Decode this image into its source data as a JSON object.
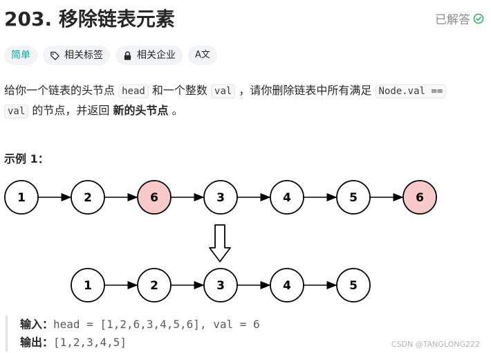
{
  "problem": {
    "title": "203. 移除链表元素",
    "solved_label": "已解答"
  },
  "tags": {
    "difficulty": "简单",
    "topics": "相关标签",
    "companies": "相关企业",
    "translate_glyph": "A文"
  },
  "description": {
    "p1": "给你一个链表的头节点",
    "c1": "head",
    "p2": "和一个整数",
    "c2": "val",
    "p3": "，请你删除链表中所有满足",
    "c3": "Node.val ==",
    "c4": "val",
    "p4": "的节点，并返回",
    "strong": "新的头节点",
    "p5": "。"
  },
  "example": {
    "label": "示例 1：",
    "input_key": "输入：",
    "input_value": "head = [1,2,6,3,4,5,6], val = 6",
    "output_key": "输出：",
    "output_value": "[1,2,3,4,5]"
  },
  "diagram": {
    "top_row": [
      {
        "label": "1",
        "removed": false
      },
      {
        "label": "2",
        "removed": false
      },
      {
        "label": "6",
        "removed": true
      },
      {
        "label": "3",
        "removed": false
      },
      {
        "label": "4",
        "removed": false
      },
      {
        "label": "5",
        "removed": false
      },
      {
        "label": "6",
        "removed": true
      }
    ],
    "bottom_row": [
      {
        "label": "1"
      },
      {
        "label": "2"
      },
      {
        "label": "3"
      },
      {
        "label": "4"
      },
      {
        "label": "5"
      }
    ],
    "removed_fill": "#f8c9c9",
    "normal_fill": "#ffffff"
  },
  "watermark": "CSDN @TANGLONG222",
  "colors": {
    "easy": "#00af9b",
    "solved": "#2db55d"
  }
}
